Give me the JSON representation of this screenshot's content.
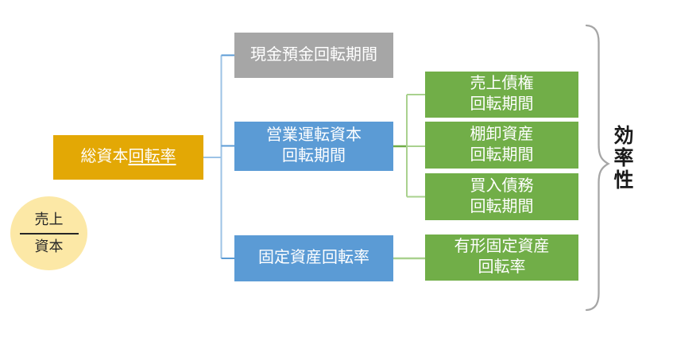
{
  "root_node": {
    "prefix": "総資本",
    "suffix_underlined": "回転率"
  },
  "formula_circle": {
    "numerator": "売上",
    "denominator": "資本"
  },
  "middle_nodes": {
    "cash": {
      "label": "現金預金回転期間"
    },
    "working_capital": {
      "line1": "営業運転資本",
      "line2": "回転期間"
    },
    "fixed_asset": {
      "label": "固定資産回転率"
    }
  },
  "leaf_nodes": {
    "receivables": {
      "line1": "売上債権",
      "line2": "回転期間"
    },
    "inventory": {
      "line1": "棚卸資産",
      "line2": "回転期間"
    },
    "payables": {
      "line1": "買入債務",
      "line2": "回転期間"
    },
    "tangible_fixed": {
      "line1": "有形固定資産",
      "line2": "回転率"
    }
  },
  "category": {
    "label": "効率性"
  },
  "colors": {
    "root_fill": "#E3A805",
    "circle_fill": "#FCE8A6",
    "gray_fill": "#A6A6A6",
    "blue_fill": "#5B9BD5",
    "green_fill": "#71AE48",
    "connector_blue": "#5B9BD5",
    "connector_blue_light": "#9CC3E6",
    "connector_green": "#70AD47",
    "connector_green_light": "#A9D18E",
    "brace_stroke": "#A6A6A6",
    "category_text": "#1A1A1A",
    "node_text": "#FFFFFF",
    "formula_text": "#262626"
  }
}
